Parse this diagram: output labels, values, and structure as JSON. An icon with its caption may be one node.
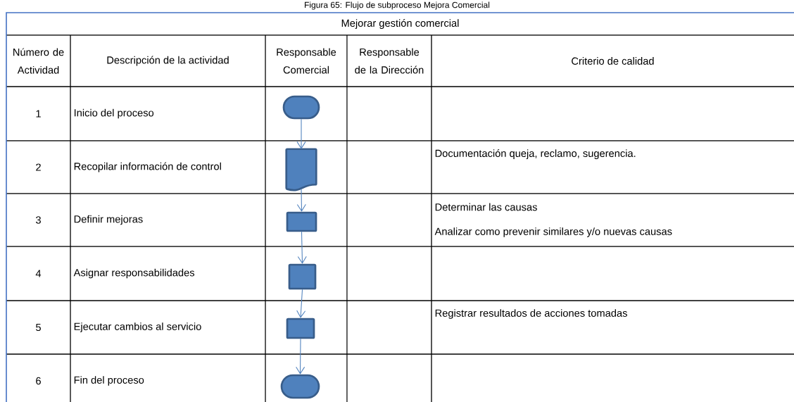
{
  "diagram": {
    "title": "Figura 65: Flujo de subproceso Mejora Comercial",
    "nodes": [
      {
        "text": [],
        "shape": "terminal"
      },
      {
        "text": [],
        "shape": "document"
      },
      {
        "text": [],
        "shape": "box"
      },
      {
        "text": [],
        "shape": "box"
      },
      {
        "text": [],
        "shape": "box"
      },
      {
        "text": [],
        "shape": "terminal"
      }
    ],
    "edges": [
      {
        "from": 0,
        "to": 1,
        "arrow": "to"
      },
      {
        "from": 1,
        "to": 2,
        "arrow": "to"
      },
      {
        "from": 2,
        "to": 3,
        "arrow": "to"
      },
      {
        "from": 3,
        "to": 4,
        "arrow": "to"
      },
      {
        "from": 4,
        "to": 5,
        "arrow": "to"
      }
    ],
    "labels": [
      "Mejorar gestión comercial",
      "Número de Actividad",
      "Descripción de la actividad",
      "Responsable Comercial",
      "Responsable de la Dirección",
      "Criterio de calidad",
      "1",
      "Inicio del proceso",
      "2",
      "Recopilar información de control",
      "Documentación queja, reclamo, sugerencia.",
      "3",
      "Definir mejoras",
      "Determinar las causas",
      "Analizar como prevenir similares y/o nuevas causas",
      "4",
      "Asignar responsabilidades",
      "5",
      "Ejecutar cambios al servicio",
      "Registrar resultados de acciones tomadas",
      "6",
      "Fin del proceso"
    ]
  }
}
